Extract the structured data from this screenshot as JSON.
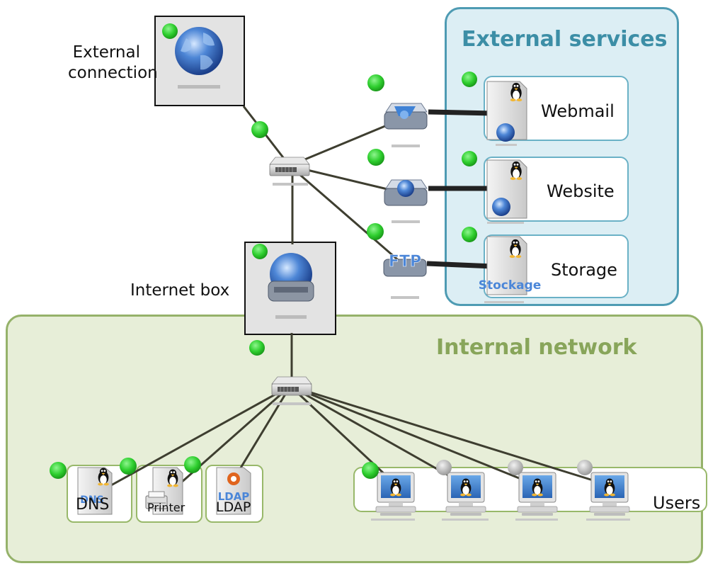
{
  "regions": {
    "external": {
      "title": "External services"
    },
    "internal": {
      "title": "Internal network"
    }
  },
  "labels": {
    "external_connection": [
      "External",
      "connection"
    ],
    "internet_box": "Internet box"
  },
  "external_services": [
    {
      "label": "Webmail",
      "icon": "mail-server-icon"
    },
    {
      "label": "Website",
      "icon": "web-server-icon"
    },
    {
      "label": "Storage",
      "icon": "storage-server-icon",
      "overlay_text": "Stockage"
    }
  ],
  "internal_services": [
    {
      "label": "DNS",
      "badge": "DNS"
    },
    {
      "label": "Printer"
    },
    {
      "label": "LDAP",
      "badge": "LDAP"
    }
  ],
  "users": {
    "label": "Users",
    "count": 4
  },
  "router_icons": {
    "ftp_text": "FTP"
  },
  "colors": {
    "external_border": "#4e9bb3",
    "external_fill": "#dceef4",
    "internal_border": "#95b26a",
    "internal_fill": "#e7eed8",
    "status_green": "#2fcf2f",
    "link": "#3e3e30"
  }
}
